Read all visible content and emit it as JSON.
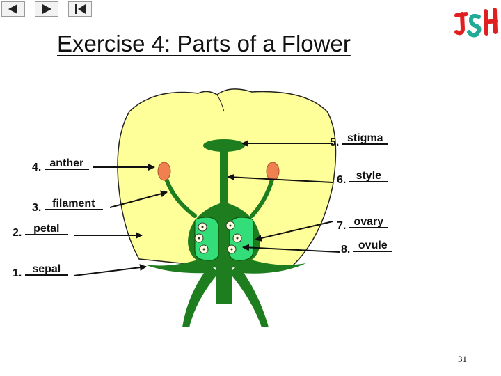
{
  "title": "Exercise 4: Parts of a Flower",
  "nav": {
    "back_icon": "back-arrow-icon",
    "forward_icon": "forward-arrow-icon",
    "end_icon": "skip-to-end-icon"
  },
  "logo_text": "JSH",
  "labels": [
    {
      "num": "1.",
      "answer": "sepal"
    },
    {
      "num": "2.",
      "answer": "petal"
    },
    {
      "num": "3.",
      "answer": "filament"
    },
    {
      "num": "4.",
      "answer": "anther"
    },
    {
      "num": "5.",
      "answer": "stigma"
    },
    {
      "num": "6.",
      "answer": "style"
    },
    {
      "num": "7.",
      "answer": "ovary"
    },
    {
      "num": "8.",
      "answer": "ovule"
    }
  ],
  "page_number": "31",
  "colors": {
    "petal": "#ffff99",
    "stem": "#1e7d1e",
    "ovary_chamber": "#33dd77",
    "anther": "#f08050",
    "logo_red": "#e02020",
    "logo_teal": "#22aa99"
  }
}
